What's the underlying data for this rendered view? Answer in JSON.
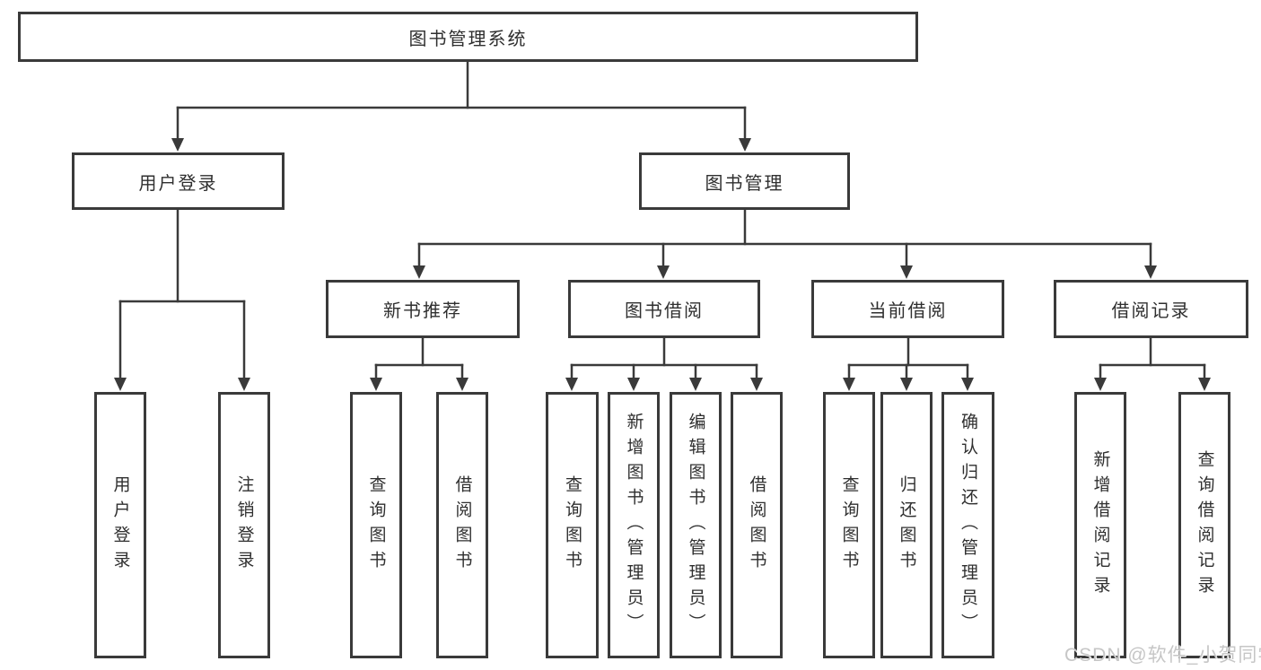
{
  "diagram": {
    "title": "图书管理系统",
    "root": {
      "label": "图书管理系统"
    },
    "level2": [
      {
        "label": "用户登录"
      },
      {
        "label": "图书管理"
      }
    ],
    "level3": [
      {
        "label": "新书推荐",
        "parent": "图书管理"
      },
      {
        "label": "图书借阅",
        "parent": "图书管理"
      },
      {
        "label": "当前借阅",
        "parent": "图书管理"
      },
      {
        "label": "借阅记录",
        "parent": "图书管理"
      }
    ],
    "leaves": [
      {
        "label": "用户登录",
        "parent": "用户登录"
      },
      {
        "label": "注销登录",
        "parent": "用户登录"
      },
      {
        "label": "查询图书",
        "parent": "新书推荐"
      },
      {
        "label": "借阅图书",
        "parent": "新书推荐"
      },
      {
        "label": "查询图书",
        "parent": "图书借阅"
      },
      {
        "label": "新增图书（管理员）",
        "parent": "图书借阅"
      },
      {
        "label": "编辑图书（管理员）",
        "parent": "图书借阅"
      },
      {
        "label": "借阅图书",
        "parent": "图书借阅"
      },
      {
        "label": "查询图书",
        "parent": "当前借阅"
      },
      {
        "label": "归还图书",
        "parent": "当前借阅"
      },
      {
        "label": "确认归还（管理员）",
        "parent": "当前借阅"
      },
      {
        "label": "新增借阅记录",
        "parent": "借阅记录"
      },
      {
        "label": "查询借阅记录",
        "parent": "借阅记录"
      }
    ]
  },
  "watermark": {
    "text": "CSDN @软件_小贺同学"
  },
  "colors": {
    "line": "#3a3a3a",
    "text": "#2f2f2f",
    "background": "#ffffff"
  }
}
